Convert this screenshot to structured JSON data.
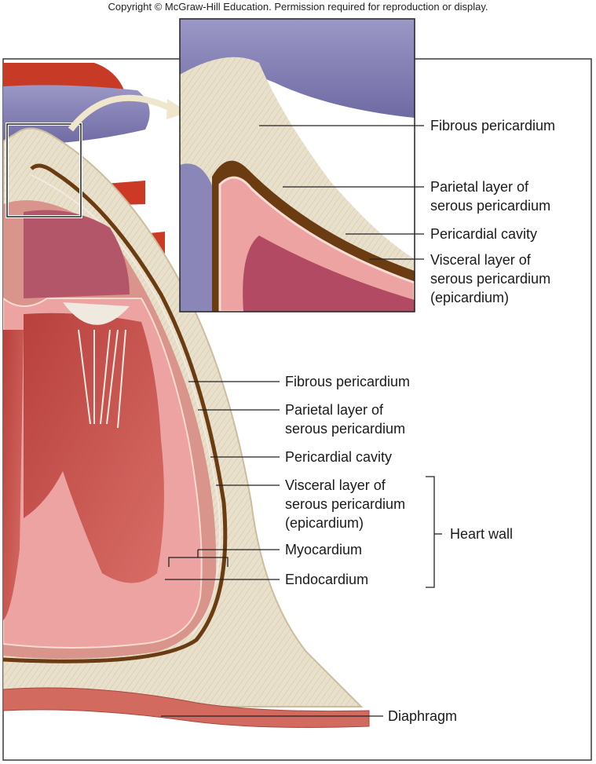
{
  "copyright": "Copyright © McGraw-Hill Education. Permission required for reproduction or display.",
  "inset_labels": [
    [
      "Fibrous pericardium"
    ],
    [
      "Parietal layer of",
      "serous pericardium"
    ],
    [
      "Pericardial cavity"
    ],
    [
      "Visceral layer of",
      "serous pericardium",
      "(epicardium)"
    ]
  ],
  "main_labels": [
    [
      "Fibrous pericardium"
    ],
    [
      "Parietal layer of",
      "serous pericardium"
    ],
    [
      "Pericardial cavity"
    ],
    [
      "Visceral layer of",
      "serous pericardium",
      "(epicardium)"
    ],
    [
      "Myocardium"
    ],
    [
      "Endocardium"
    ]
  ],
  "bracket_label": "Heart wall",
  "diaphragm_label": "Diaphragm",
  "colors": {
    "pericardium": "#e6dcc6",
    "cavity": "#6b3b12",
    "myocardium": "#eea3a3",
    "chamber": "#c4504c",
    "vessel_blue": "#8a86b8",
    "artery": "#cc3a26"
  }
}
